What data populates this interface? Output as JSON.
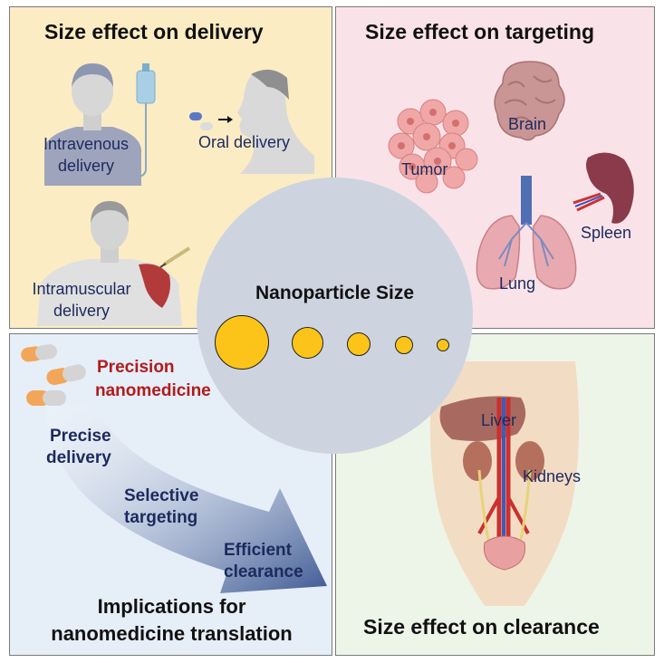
{
  "center": {
    "title": "Nanoparticle Size",
    "particles": [
      "particle-xl",
      "particle-l",
      "particle-m",
      "particle-s",
      "particle-xs"
    ]
  },
  "delivery": {
    "title": "Size effect on delivery",
    "iv_line1": "Intravenous",
    "iv_line2": "delivery",
    "oral": "Oral delivery",
    "im_line1": "Intramuscular",
    "im_line2": "delivery"
  },
  "targeting": {
    "title": "Size effect on targeting",
    "tumor": "Tumor",
    "brain": "Brain",
    "spleen": "Spleen",
    "lung": "Lung"
  },
  "implications": {
    "title_line1": "Implications for",
    "title_line2": "nanomedicine translation",
    "precision_line1": "Precision",
    "precision_line2": "nanomedicine",
    "step1_line1": "Precise",
    "step1_line2": "delivery",
    "step2_line1": "Selective",
    "step2_line2": "targeting",
    "step3_line1": "Efficient",
    "step3_line2": "clearance"
  },
  "clearance": {
    "title": "Size effect on clearance",
    "liver": "Liver",
    "kidneys": "Kidneys"
  },
  "colors": {
    "delivery_bg": "#fbecc4",
    "targeting_bg": "#fae3e8",
    "implications_bg": "#e6eef8",
    "clearance_bg": "#edf5e9",
    "particle": "#fcc419",
    "center": "#cdd4e0",
    "label_navy": "#1c2a5e",
    "accent_red": "#b01c1c",
    "arrow": "#3e5a94"
  }
}
